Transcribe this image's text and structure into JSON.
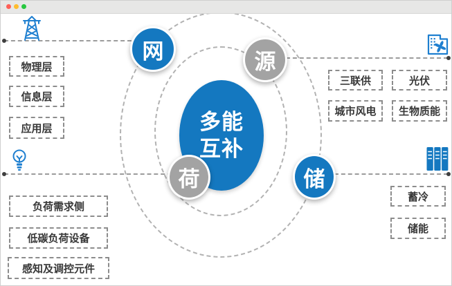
{
  "window": {
    "controls": [
      {
        "name": "close",
        "color": "#ff5f57"
      },
      {
        "name": "minimize",
        "color": "#febc2e"
      },
      {
        "name": "zoom",
        "color": "#28c840"
      }
    ]
  },
  "diagram": {
    "center": {
      "title_line1": "多能",
      "title_line2": "互补"
    },
    "nodes": {
      "grid": {
        "label": "网"
      },
      "source": {
        "label": "源"
      },
      "load": {
        "label": "荷"
      },
      "storage": {
        "label": "储"
      }
    },
    "groups": {
      "grid": {
        "icon": "transmission-tower-icon",
        "items": [
          "物理层",
          "信息层",
          "应用层"
        ]
      },
      "load": {
        "icon": "lightbulb-icon",
        "items": [
          "负荷需求侧",
          "低碳负荷设备",
          "感知及调控元件"
        ]
      },
      "source": {
        "icon": "fan-document-icon",
        "items": [
          "三联供",
          "光伏",
          "城市风电",
          "生物质能"
        ]
      },
      "storage": {
        "icon": "battery-bank-icon",
        "items": [
          "蓄冷",
          "储能"
        ]
      }
    },
    "colors": {
      "primary_blue": "#1478c0",
      "icon_blue": "#1e7fd0",
      "node_gray": "#a3a3a3",
      "dash_gray": "#9b9b9b",
      "text_dark": "#383838"
    }
  }
}
